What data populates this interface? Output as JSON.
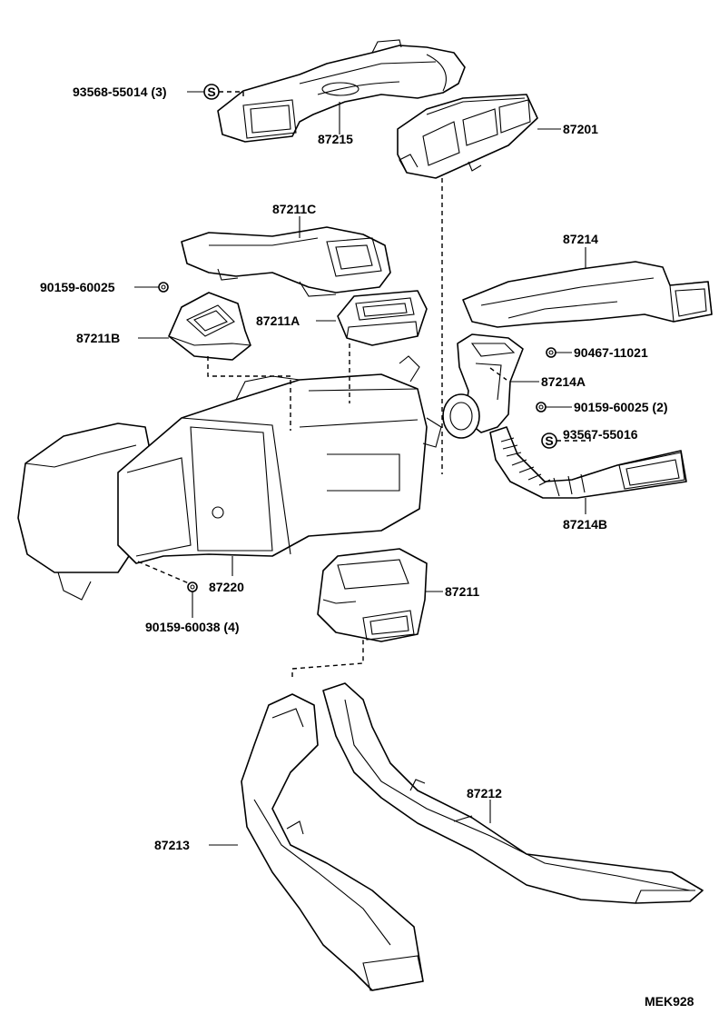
{
  "labels": {
    "p93568": "93568-55014 (3)",
    "p87215": "87215",
    "p87201": "87201",
    "p87211c": "87211C",
    "p87214": "87214",
    "p90159a": "90159-60025",
    "p87211a": "87211A",
    "p87211b": "87211B",
    "p90467": "90467-11021",
    "p87214a": "87214A",
    "p90159b": "90159-60025 (2)",
    "p93567": "93567-55016",
    "p87214b": "87214B",
    "p87220": "87220",
    "p87211": "87211",
    "p90159c": "90159-60038 (4)",
    "p87212": "87212",
    "p87213": "87213",
    "code": "MEK928"
  },
  "symbols": {
    "s_mark": "S"
  }
}
